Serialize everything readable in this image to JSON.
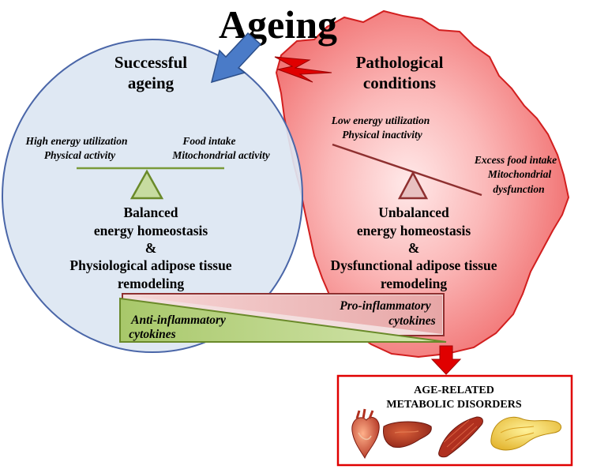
{
  "title": "Ageing",
  "colors": {
    "successful_fill": "#dce6f2",
    "successful_stroke": "#4a66a8",
    "pathological_fill": "#f7a8a8",
    "pathological_stroke": "#d21f1f",
    "balance_green": "#7a9a3a",
    "balance_red": "#8e3030",
    "arrow_blue": "#4a7bc8",
    "arrow_red": "#e00000"
  },
  "successful": {
    "heading_line1": "Successful",
    "heading_line2": "ageing",
    "left_line1": "High energy utilization",
    "left_line2": "Physical activity",
    "right_line1": "Food intake",
    "right_line2": "Mitochondrial activity",
    "body": [
      "Balanced",
      "energy homeostasis",
      "&",
      "Physiological adipose tissue",
      "remodeling"
    ]
  },
  "pathological": {
    "heading_line1": "Pathological",
    "heading_line2": "conditions",
    "left_line1": "Low energy utilization",
    "left_line2": "Physical inactivity",
    "right_line1": "Excess food intake",
    "right_line2": "Mitochondrial",
    "right_line3": "dysfunction",
    "body": [
      "Unbalanced",
      "energy homeostasis",
      "&",
      "Dysfunctional adipose tissue",
      "remodeling"
    ]
  },
  "cytokines": {
    "pro_line1": "Pro-inflammatory",
    "pro_line2": "cytokines",
    "anti_line1": "Anti-inflammatory",
    "anti_line2": "cytokines"
  },
  "disorders": {
    "line1": "AGE-RELATED",
    "line2": "METABOLIC DISORDERS",
    "organs": [
      "heart-icon",
      "liver-icon",
      "muscle-icon",
      "pancreas-icon"
    ]
  }
}
